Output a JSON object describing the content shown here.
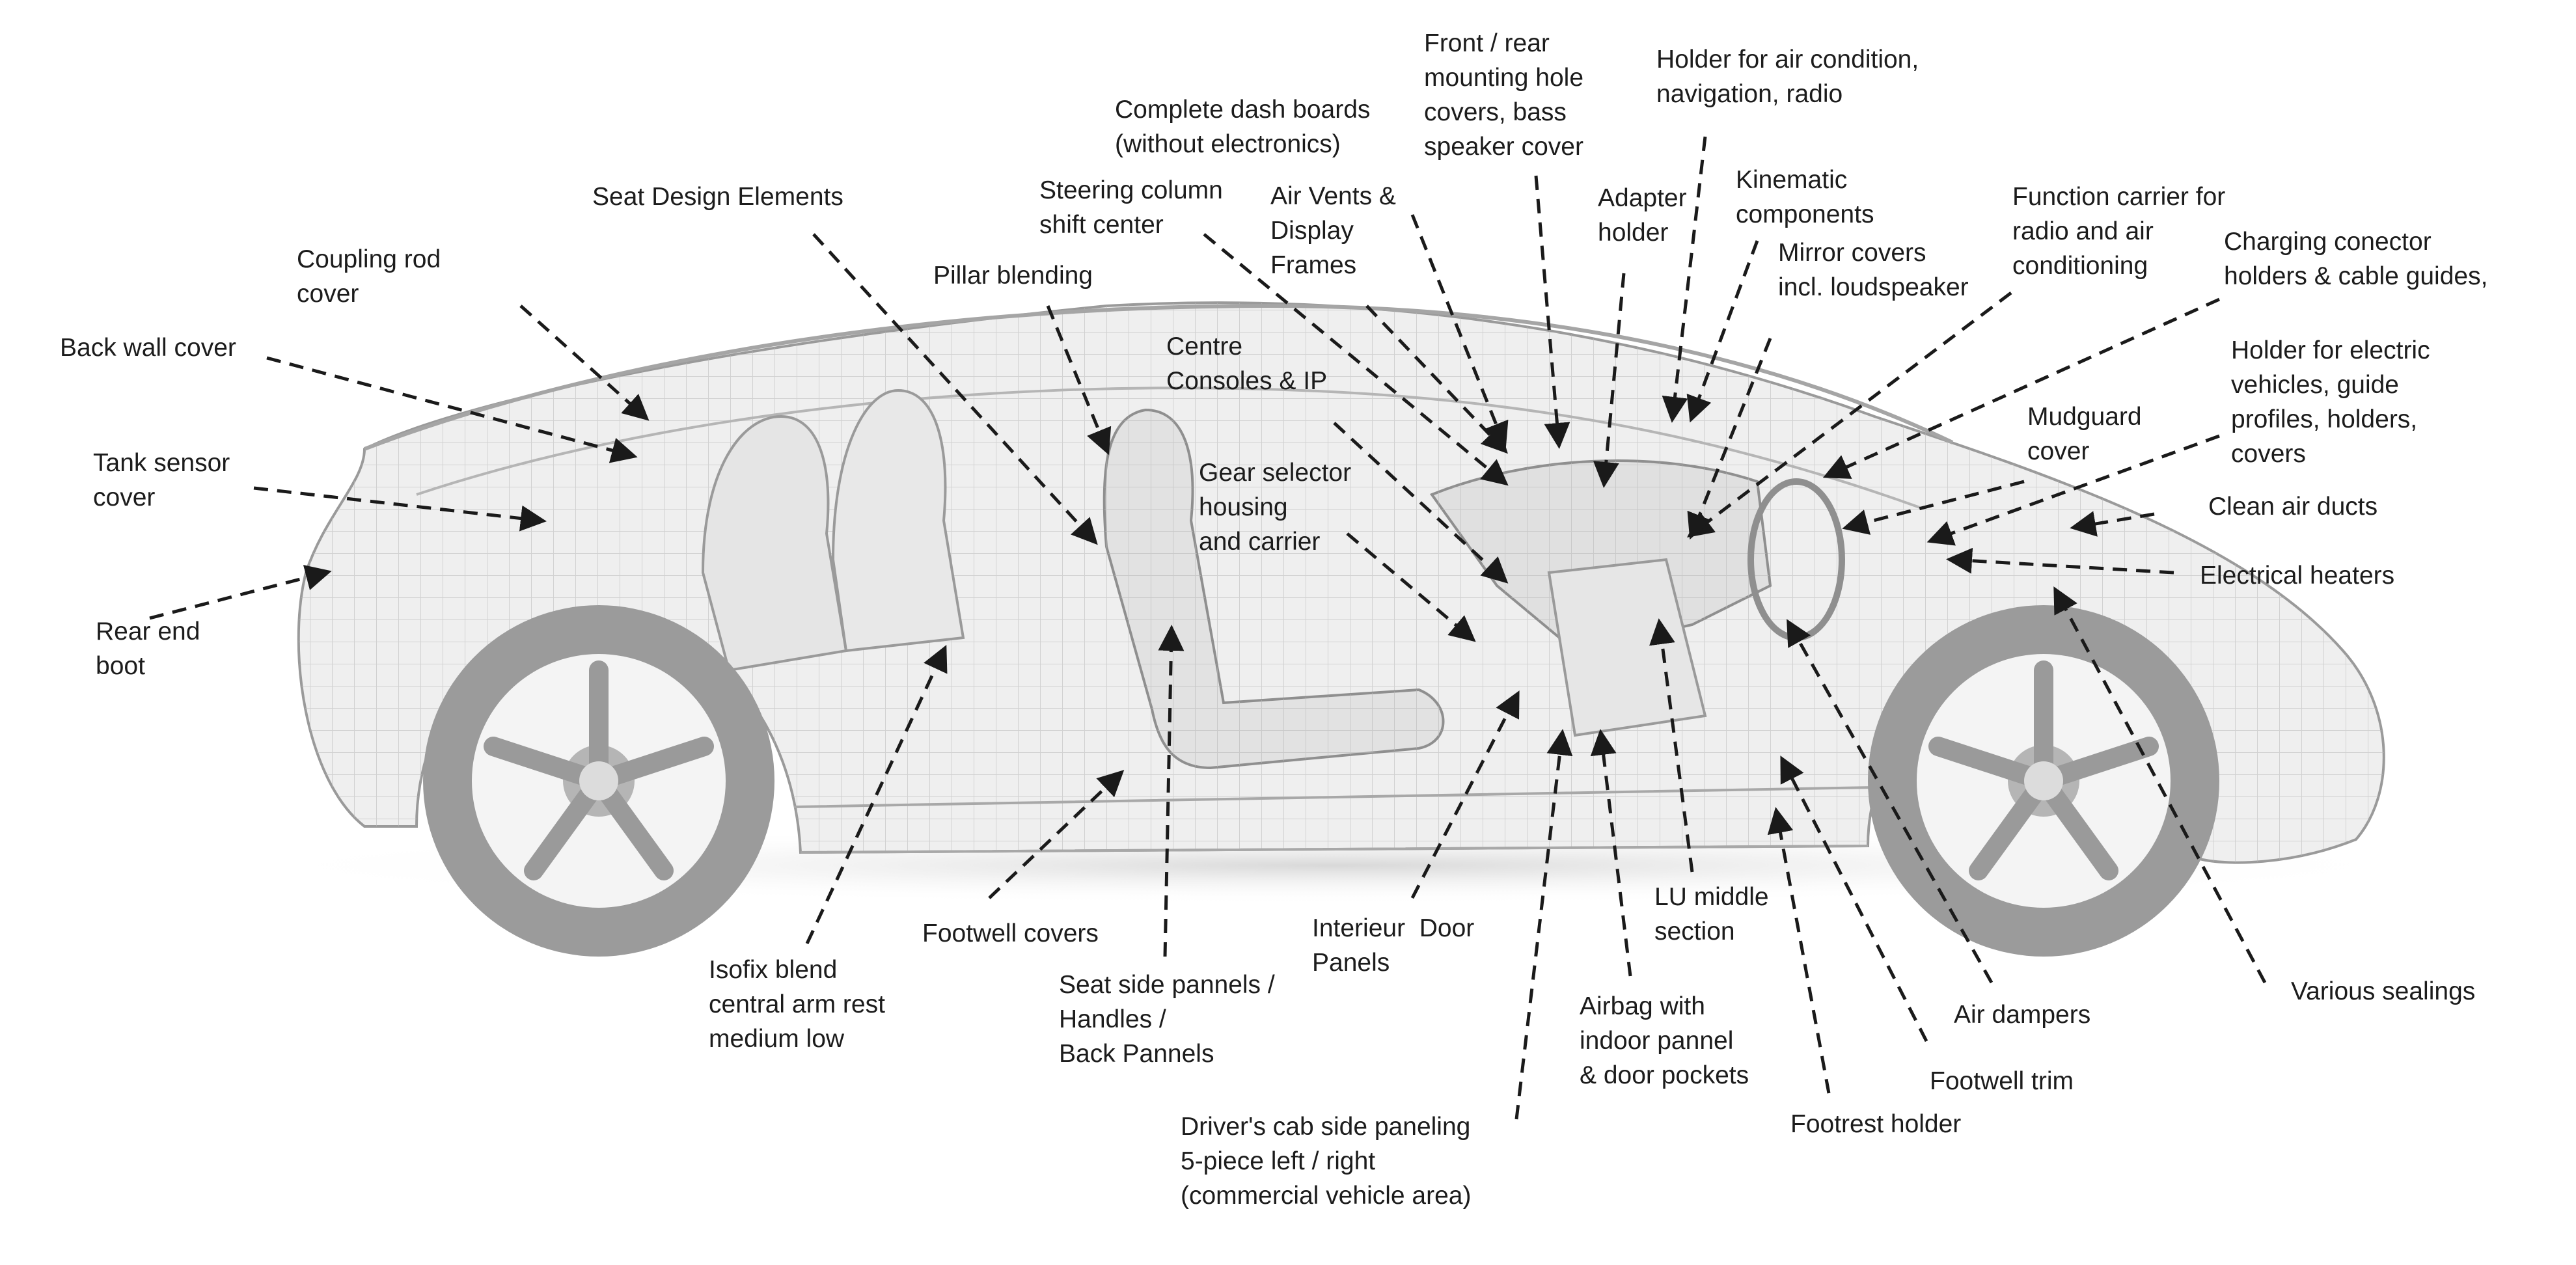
{
  "colors": {
    "text": "#1c1c1c",
    "arrow": "#1a1a1a",
    "car_line": "#9a9a9a",
    "car_fill": "#e8e8e8",
    "wheel": "#8c8c8c"
  },
  "labels": {
    "front_rear_mounting": "Front / rear\nmounting hole\ncovers, bass\nspeaker cover",
    "holder_air_condition": "Holder for air condition,\nnavigation, radio",
    "complete_dash_boards": "Complete dash boards\n(without electronics)",
    "kinematic_components": "Kinematic\ncomponents",
    "adapter_holder": "Adapter\nholder",
    "steering_column": "Steering column\nshift center",
    "air_vents": "Air Vents &\nDisplay\nFrames",
    "function_carrier": "Function carrier for\nradio and air\nconditioning",
    "seat_design": "Seat Design Elements",
    "mirror_covers": "Mirror covers\nincl. loudspeaker",
    "charging_connector": "Charging conector\nholders & cable guides,",
    "coupling_rod": "Coupling rod\ncover",
    "pillar_blending": "Pillar blending",
    "back_wall": "Back wall cover",
    "holder_electric": "Holder for electric\nvehicles, guide\nprofiles, holders,\ncovers",
    "centre_consoles": "Centre\nConsoles & IP",
    "mudguard": "Mudguard\ncover",
    "tank_sensor": "Tank sensor\ncover",
    "gear_selector": "Gear selector\nhousing\nand carrier",
    "clean_air": "Clean air ducts",
    "electrical_heaters": "Electrical heaters",
    "rear_end_boot": "Rear end\nboot",
    "lu_middle": "LU middle\nsection",
    "interieur_door": "Interieur  Door\nPanels",
    "footwell_covers": "Footwell covers",
    "isofix": "Isofix blend\ncentral arm rest\nmedium low",
    "seat_side": "Seat side pannels /\nHandles /\nBack Pannels",
    "various_sealings": "Various sealings",
    "airbag": "Airbag with\nindoor pannel\n& door pockets",
    "air_dampers": "Air dampers",
    "footwell_trim": "Footwell trim",
    "footrest_holder": "Footrest holder",
    "drivers_cab": "Driver's cab side paneling\n5-piece left / right\n(commercial vehicle area)"
  }
}
